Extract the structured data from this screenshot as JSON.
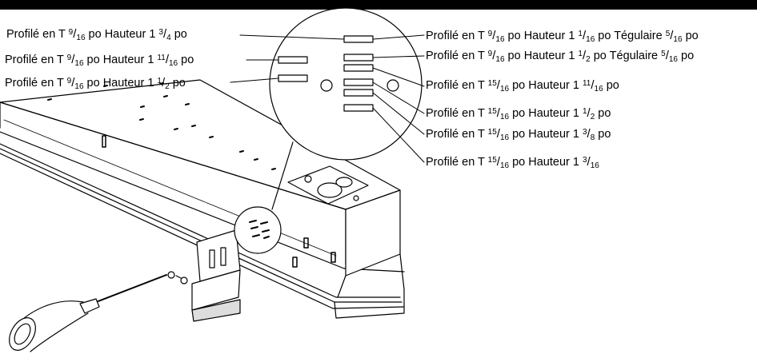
{
  "labels": {
    "left_1": {
      "pre": "Profilé en T ",
      "n1": "9",
      "d1": "16",
      "mid": " po  Hauteur 1 ",
      "n2": "3",
      "d2": "4",
      "post": " po"
    },
    "left_2": {
      "pre": "Profilé en T ",
      "n1": "9",
      "d1": "16",
      "mid": " po Hauteur   1 ",
      "n2": "11",
      "d2": "16",
      "post": " po"
    },
    "left_3": {
      "pre": "Profilé en T ",
      "n1": "9",
      "d1": "16",
      "mid": " po  Hauteur 1 ",
      "n2": "1",
      "d2": "2",
      "post": " po"
    },
    "right_1": {
      "pre": "Profilé en T ",
      "n1": "9",
      "d1": "16",
      "mid": " po  Hauteur 1 ",
      "n2": "1",
      "d2": "16",
      "mid2": " po  Tégulaire ",
      "n3": "5",
      "d3": "16",
      "post": " po"
    },
    "right_2": {
      "pre": "Profilé en T ",
      "n1": "9",
      "d1": "16",
      "mid": " po  Hauteur 1 ",
      "n2": "1",
      "d2": "2",
      "mid2": " po   Tégulaire ",
      "n3": "5",
      "d3": "16",
      "post": " po"
    },
    "right_3": {
      "pre": "Profilé en T ",
      "n1": "15",
      "d1": "16",
      "mid": " po  Hauteur 1 ",
      "n2": "11",
      "d2": "16",
      "post": " po"
    },
    "right_4": {
      "pre": "Profilé en T ",
      "n1": "15",
      "d1": "16",
      "mid": " po  Hauteur 1 ",
      "n2": "1",
      "d2": "2",
      "post": " po"
    },
    "right_5": {
      "pre": "Profilé en T ",
      "n1": "15",
      "d1": "16",
      "mid": " po  Hauteur 1 ",
      "n2": "3",
      "d2": "8",
      "post": " po"
    },
    "right_6": {
      "pre": "Profilé en T  ",
      "n1": "15",
      "d1": "16",
      "mid": " po Hauteur 1 ",
      "n2": "3",
      "d2": "16",
      "post": ""
    }
  }
}
